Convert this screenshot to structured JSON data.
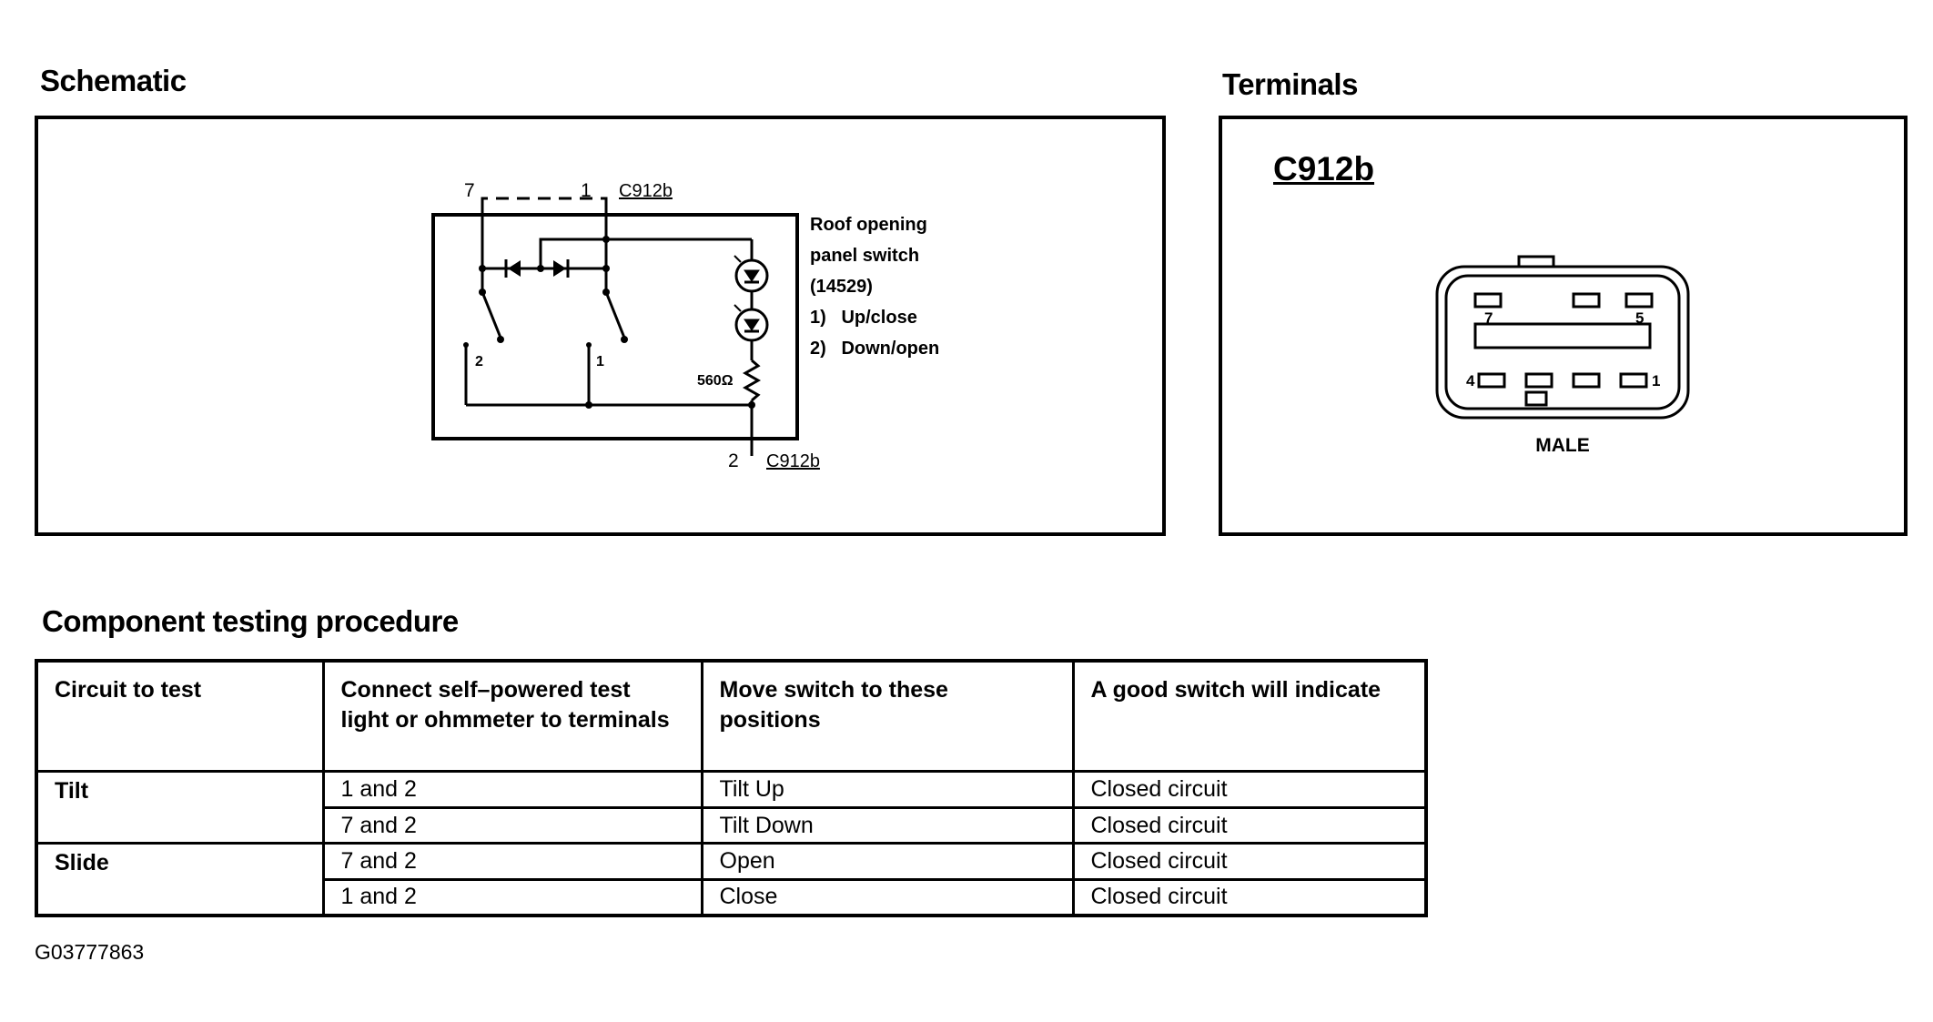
{
  "schematic": {
    "title": "Schematic",
    "connector_top": "C912b",
    "connector_bottom": "C912b",
    "pin_top_left": "7",
    "pin_top_right": "1",
    "pin_bottom": "2",
    "switch_pos_left": "2",
    "switch_pos_right": "1",
    "resistor": "560Ω",
    "description": [
      "Roof opening",
      "panel switch",
      "(14529)",
      "1)   Up/close",
      "2)   Down/open"
    ]
  },
  "terminals": {
    "title": "Terminals",
    "connector": "C912b",
    "pin_7": "7",
    "pin_5": "5",
    "pin_4": "4",
    "pin_1": "1",
    "gender": "MALE"
  },
  "procedure": {
    "title": "Component testing procedure",
    "headers": [
      "Circuit to test",
      "Connect self–powered test light or ohmmeter to terminals",
      "Move switch to these positions",
      "A good switch will indicate"
    ],
    "rows": [
      {
        "circuit": "Tilt",
        "terminals": "1 and 2",
        "position": "Tilt Up",
        "result": "Closed circuit"
      },
      {
        "circuit": "",
        "terminals": "7 and 2",
        "position": "Tilt Down",
        "result": "Closed circuit"
      },
      {
        "circuit": "Slide",
        "terminals": "7 and 2",
        "position": "Open",
        "result": "Closed circuit"
      },
      {
        "circuit": "",
        "terminals": "1 and 2",
        "position": "Close",
        "result": "Closed circuit"
      }
    ]
  },
  "figure_id": "G03777863"
}
